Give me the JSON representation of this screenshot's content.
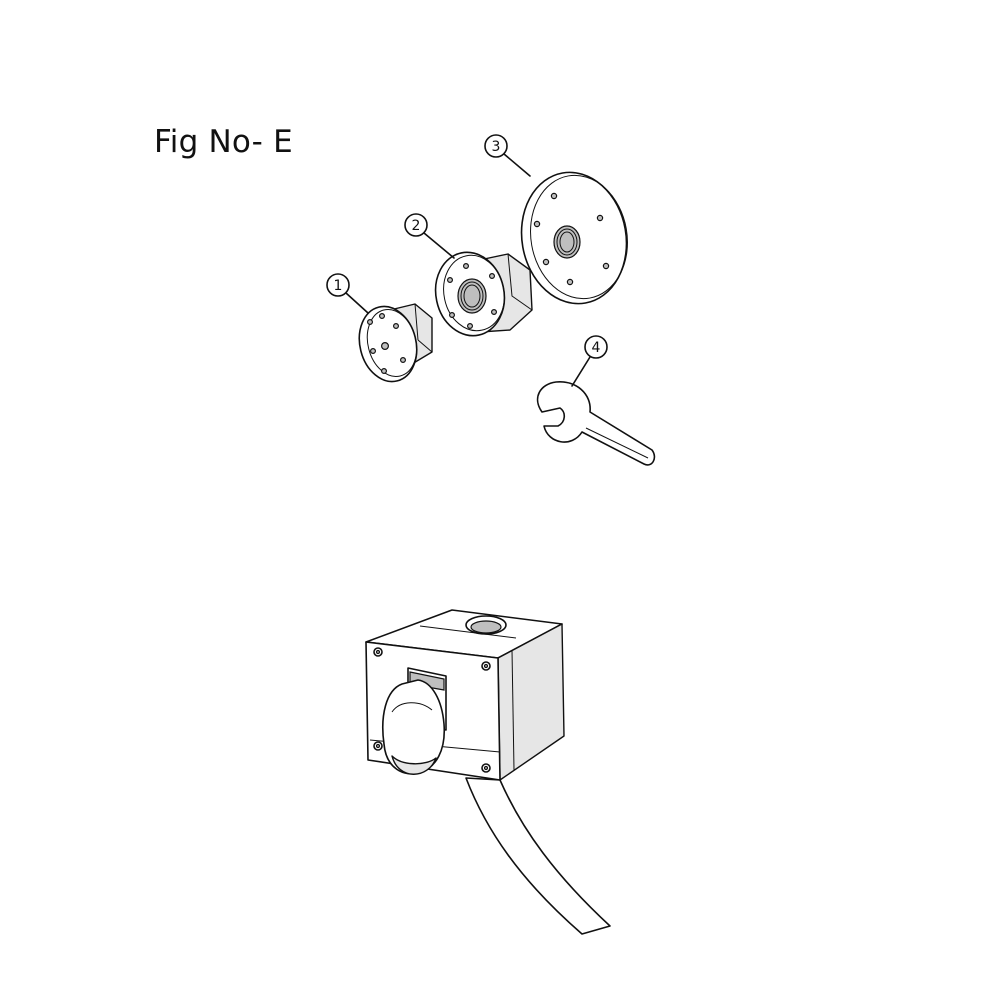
{
  "figure": {
    "title": "Fig No- E"
  },
  "callouts": [
    {
      "number": "1"
    },
    {
      "number": "2"
    },
    {
      "number": "3"
    },
    {
      "number": "4"
    }
  ],
  "colors": {
    "line": "#111111",
    "background": "#ffffff",
    "shade": "#e6e6e6"
  }
}
